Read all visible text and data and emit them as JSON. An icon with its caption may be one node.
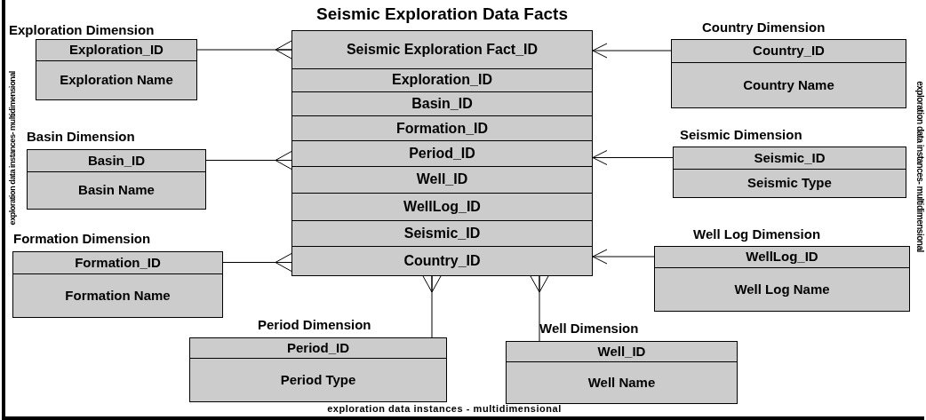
{
  "diagram": {
    "title": "Seismic Exploration Data Facts",
    "nodes": [
      {
        "text": [],
        "shape": "box"
      },
      {
        "text": [
          "Seismic Exploration Fact_ID"
        ],
        "in": 0
      },
      {
        "text": [
          "Exploration_ID"
        ],
        "in": 0
      },
      {
        "text": [
          "Basin_ID"
        ],
        "in": 0
      },
      {
        "text": [
          "Formation_ID"
        ],
        "in": 0
      },
      {
        "text": [
          "Period_ID"
        ],
        "in": 0
      },
      {
        "text": [
          "Well_ID"
        ],
        "in": 0
      },
      {
        "text": [
          "WellLog_ID"
        ],
        "in": 0
      },
      {
        "text": [
          "Seismic_ID"
        ],
        "in": 0
      },
      {
        "text": [
          "Country_ID"
        ],
        "in": 0
      },
      {
        "text": [
          "Exploration Dimension"
        ]
      },
      {
        "text": [
          "Exploration_ID"
        ],
        "in": 10
      },
      {
        "text": [
          "Exploration Name"
        ],
        "in": 10
      },
      {
        "text": [
          "Basin Dimension"
        ]
      },
      {
        "text": [
          "Basin_ID"
        ],
        "in": 13
      },
      {
        "text": [
          "Basin Name"
        ],
        "in": 13
      },
      {
        "text": [
          "Formation Dimension"
        ]
      },
      {
        "text": [
          "Formation_ID"
        ],
        "in": 16
      },
      {
        "text": [
          "Formation Name"
        ],
        "in": 16
      },
      {
        "text": [
          "Country Dimension"
        ]
      },
      {
        "text": [
          "Country_ID"
        ],
        "in": 19
      },
      {
        "text": [
          "Country Name"
        ],
        "in": 19
      },
      {
        "text": [
          "Seismic Dimension"
        ]
      },
      {
        "text": [
          "Seismic_ID"
        ],
        "in": 22
      },
      {
        "text": [
          "Seismic Type"
        ],
        "in": 22
      },
      {
        "text": [
          "Well Log Dimension"
        ]
      },
      {
        "text": [
          "WellLog_ID"
        ],
        "in": 25
      },
      {
        "text": [
          "Well Log Name"
        ],
        "in": 25
      },
      {
        "text": [
          "Period Dimension"
        ]
      },
      {
        "text": [
          "Period_ID"
        ],
        "in": 28
      },
      {
        "text": [
          "Period Type"
        ],
        "in": 28
      },
      {
        "text": [
          "Well Dimension"
        ]
      },
      {
        "text": [
          "Well_ID"
        ],
        "in": 31
      },
      {
        "text": [
          "Well Name"
        ],
        "in": 31
      }
    ],
    "edges": [
      {
        "from": 11,
        "to": 0,
        "arrow": "other"
      },
      {
        "from": 14,
        "to": 0,
        "arrow": "other"
      },
      {
        "from": 17,
        "to": 0,
        "arrow": "other"
      },
      {
        "from": 20,
        "to": 0,
        "arrow": "to"
      },
      {
        "from": 23,
        "to": 0,
        "arrow": "to"
      },
      {
        "from": 26,
        "to": 0,
        "arrow": "to"
      },
      {
        "from": 29,
        "to": 0,
        "arrow": "other"
      },
      {
        "from": 32,
        "to": 0,
        "arrow": "other"
      }
    ],
    "labels": [
      "exploration data instances- multidimensional",
      "exploration data instances- multidimensional",
      "exploration data instances - multidimensional"
    ]
  }
}
